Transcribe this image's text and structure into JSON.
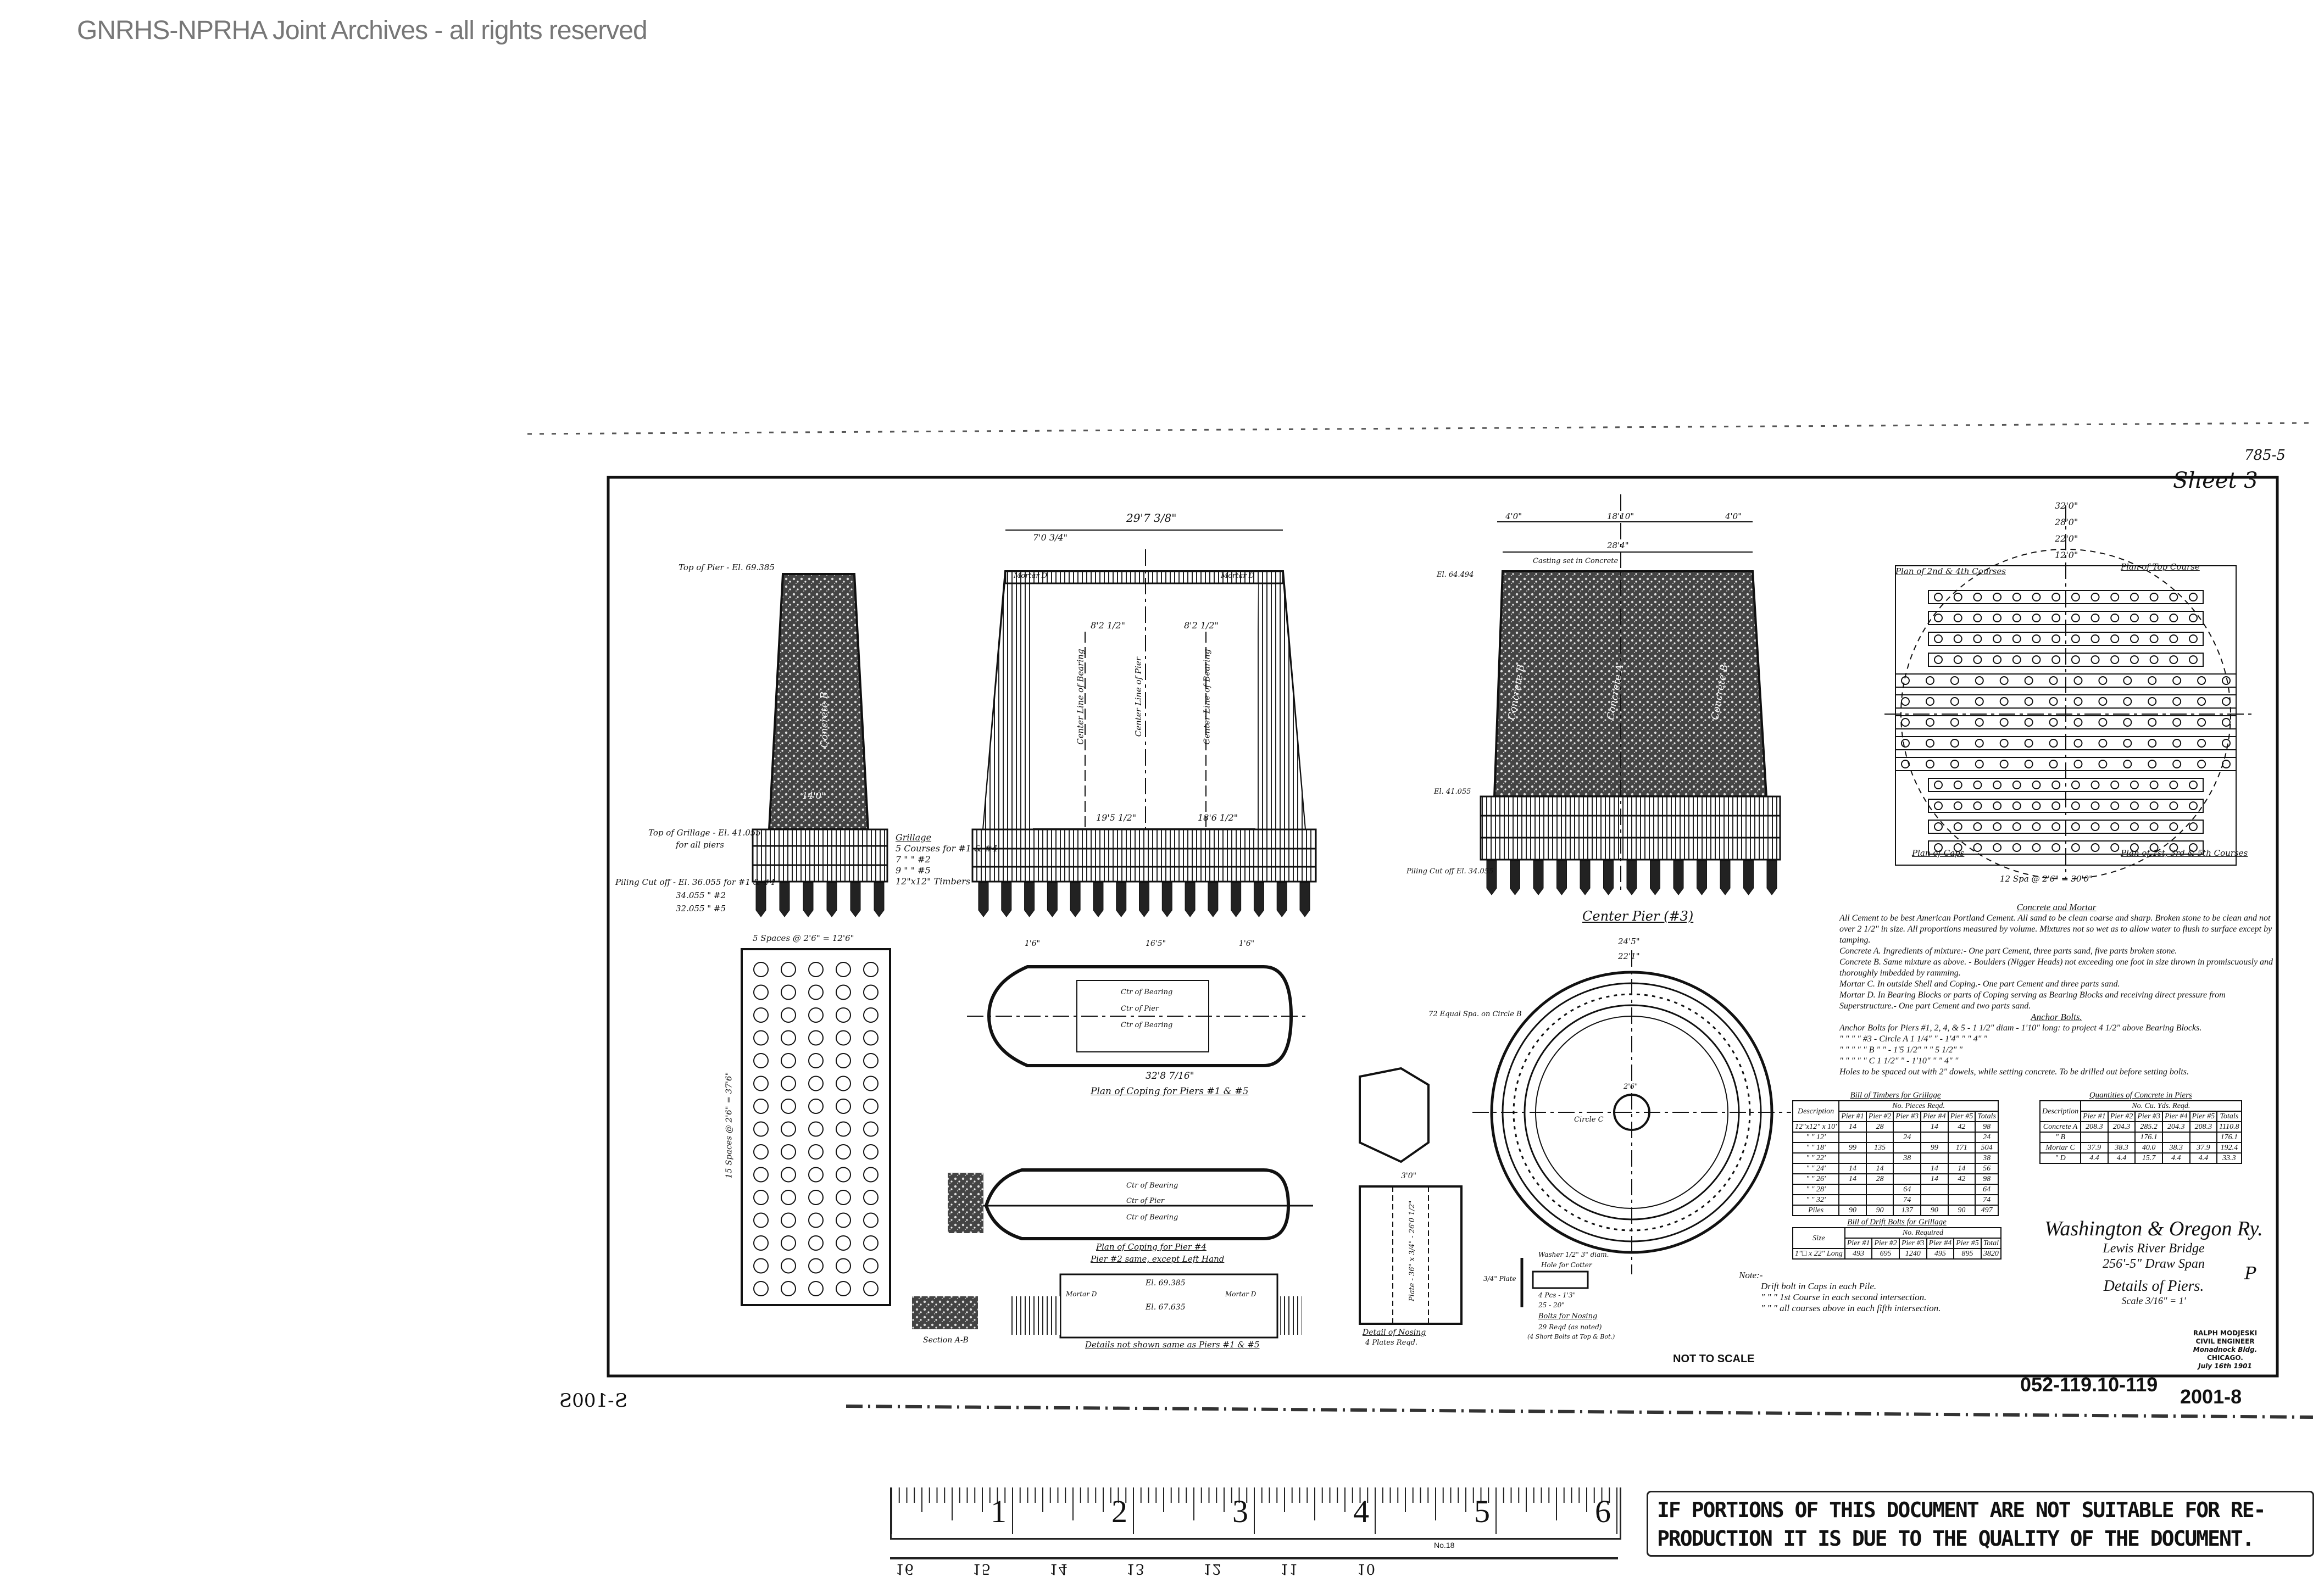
{
  "watermark": "GNRHS-NPRHA Joint Archives - all rights reserved",
  "sheet": {
    "number": "785-5",
    "label": "Sheet 3"
  },
  "side_mark": "S-100S",
  "pier_end": {
    "top_of_pier": "Top of Pier - El. 69.385",
    "top_of_grillage": "Top of Grillage - El. 41.055",
    "top_of_grillage_2": "for all piers",
    "piling_cutoff": "Piling Cut off - El. 36.055 for #1 & #4",
    "piling_cutoff_2": "34.055  \"  #2",
    "piling_cutoff_3": "32.055  \"  #5",
    "width_dim": "14'0\"",
    "concrete_label": "Concrete B",
    "grillage_plan_dim": "5 Spaces @ 2'6\" = 12'6\"",
    "grillage_side_dim": "15 Spaces @ 2'6\" = 37'6\""
  },
  "grillage": {
    "title": "Grillage",
    "line1": "5 Courses for #1 & #4",
    "line2": "7   \"   \"  #2",
    "line3": "9   \"   \"  #5",
    "line4": "12\"x12\" Timbers"
  },
  "pier_side": {
    "top_dim": "29'7 3/8\"",
    "dim_left": "7'0 3/4\"",
    "half_left": "8'2 1/2\"",
    "half_right": "8'2 1/2\"",
    "base_left": "19'5 1/2\"",
    "base_right": "18'6 1/2\"",
    "mortar_d": "Mortar D",
    "ctr_bearing": "Center Line of Bearing",
    "ctr_pier": "Center Line of Pier"
  },
  "center_pier": {
    "title": "Center Pier (#3)",
    "top_dim": "18'10\"",
    "mid_dim": "28'4\"",
    "side_left": "4'0\"",
    "side_right": "4'0\"",
    "elev_top": "El. 64.494",
    "elev_bottom": "El. 41.055",
    "piling": "Piling Cut off El. 34.055",
    "casting": "Casting set in Concrete",
    "concrete_a": "Concrete A",
    "concrete_b": "Concrete B"
  },
  "plan_courses": {
    "dim1": "32'0\"",
    "dim2": "28'0\"",
    "dim3": "22'0\"",
    "dim4": "12'0\"",
    "label_2_4": "Plan of 2nd & 4th Courses",
    "label_top": "Plan of Top Course",
    "label_cap": "Plan of Caps",
    "label_1_3_5": "Plan of 1st, 3rd & 5th Courses",
    "spacing": "12 Spa @ 2'6\" = 30'0\""
  },
  "coping": {
    "overall": "32'8 7/16\"",
    "end_left": "1'6\"",
    "mid": "16'5\"",
    "end_right": "1'6\"",
    "ctr_bearing": "Ctr of Bearing",
    "ctr_pier": "Ctr of Pier",
    "title_1_5": "Plan of Coping for Piers #1 & #5",
    "title_4": "Plan of Coping for Pier #4",
    "title_4b": "Pier #2 same, except Left Hand",
    "section": "Section A-B",
    "el_top": "El. 69.385",
    "el_bottom": "El. 67.635",
    "details_note": "Details not shown same as Piers #1 & #5"
  },
  "circle_plan": {
    "outer": "24'5\"",
    "inner": "22'1\"",
    "spacing": "72 Equal Spa. on Circle B",
    "circle_c": "Circle C",
    "hub": "2'6\""
  },
  "nosing": {
    "width": "3'0\"",
    "title": "Detail of Nosing",
    "sub": "4 Plates Reqd.",
    "plate": "Plate - 36\" x 3/4\" - 26'0 1/2\"",
    "bolts_title": "Bolts for Nosing",
    "bolts_sub": "29 Reqd (as noted)",
    "bolts_sub2": "(4 Short Bolts at Top & Bot.)",
    "washer": "Washer 1/2\" 3\" diam.",
    "hole": "Hole for Cotter",
    "plate_label": "3/4\" Plate",
    "len1": "4 Pcs - 1'3\"",
    "len2": "25  -  20\""
  },
  "concrete_notes": {
    "title": "Concrete and Mortar",
    "paragraphs": [
      "All Cement to be best American Portland Cement. All sand to be clean coarse and sharp. Broken stone to be clean and not over 2 1/2\" in size. All proportions measured by volume. Mixtures not so wet as to allow water to flush to surface except by tamping.",
      "Concrete A.  Ingredients of mixture:- One part Cement, three parts sand, five parts broken stone.",
      "Concrete B.  Same mixture as above. - Boulders (Nigger Heads) not exceeding one foot in size thrown in promiscuously and thoroughly imbedded by ramming.",
      "Mortar C.  In outside Shell and Coping.- One part Cement and three parts sand.",
      "Mortar D.  In Bearing Blocks or parts of Coping serving as Bearing Blocks and receiving direct pressure from Superstructure.- One part Cement and two parts sand."
    ],
    "anchor_title": "Anchor Bolts.",
    "anchor_lines": [
      "Anchor Bolts for Piers #1, 2, 4, & 5 - 1 1/2\" diam - 1'10\" long: to project 4 1/2\" above Bearing Blocks.",
      "\"   \"   \"   \"   #3 - Circle A  1 1/4\"   \" - 1'4\"   \"   \"   4\"   \"",
      "\"   \"   \"   \"   \"   B   \"   \" - 1'5 1/2\"   \"   \"   5 1/2\"   \"",
      "\"   \"   \"   \"   \"   C  1 1/2\"   \" - 1'10\"   \"   \"   4\"   \"",
      "Holes to be spaced out with 2\" dowels, while setting concrete. To be drilled out before setting bolts."
    ]
  },
  "timbers_table": {
    "title": "Bill of Timbers for Grillage",
    "group_header": "No. Pieces Reqd.",
    "headers": [
      "Description",
      "Pier #1",
      "Pier #2",
      "Pier #3",
      "Pier #4",
      "Pier #5",
      "Totals"
    ],
    "rows": [
      [
        "12\"x12\" x 10'",
        "14",
        "28",
        "",
        "14",
        "42",
        "98"
      ],
      [
        "\"  \"  12'",
        "",
        "",
        "24",
        "",
        "",
        "24"
      ],
      [
        "\"  \"  18'",
        "99",
        "135",
        "",
        "99",
        "171",
        "504"
      ],
      [
        "\"  \"  22'",
        "",
        "",
        "38",
        "",
        "",
        "38"
      ],
      [
        "\"  \"  24'",
        "14",
        "14",
        "",
        "14",
        "14",
        "56"
      ],
      [
        "\"  \"  26'",
        "14",
        "28",
        "",
        "14",
        "42",
        "98"
      ],
      [
        "\"  \"  28'",
        "",
        "",
        "64",
        "",
        "",
        "64"
      ],
      [
        "\"  \"  32'",
        "",
        "",
        "74",
        "",
        "",
        "74"
      ],
      [
        "Piles",
        "90",
        "90",
        "137",
        "90",
        "90",
        "497"
      ]
    ]
  },
  "concrete_table": {
    "title": "Quantities of Concrete in Piers",
    "group_header": "No. Cu. Yds. Reqd.",
    "headers": [
      "Description",
      "Pier #1",
      "Pier #2",
      "Pier #3",
      "Pier #4",
      "Pier #5",
      "Totals"
    ],
    "rows": [
      [
        "Concrete A",
        "208.3",
        "204.3",
        "285.2",
        "204.3",
        "208.3",
        "1110.8"
      ],
      [
        "\"  B",
        "",
        "",
        "176.1",
        "",
        "",
        "176.1"
      ],
      [
        "Mortar C",
        "37.9",
        "38.3",
        "40.0",
        "38.3",
        "37.9",
        "192.4"
      ],
      [
        "\"  D",
        "4.4",
        "4.4",
        "15.7",
        "4.4",
        "4.4",
        "33.3"
      ]
    ]
  },
  "bolts_table": {
    "title": "Bill of Drift Bolts for Grillage",
    "group_header": "No. Required",
    "headers": [
      "Size",
      "Pier #1",
      "Pier #2",
      "Pier #3",
      "Pier #4",
      "Pier #5",
      "Total"
    ],
    "rows": [
      [
        "1\"□ x 22\" Long",
        "493",
        "695",
        "1240",
        "495",
        "895",
        "3820"
      ]
    ]
  },
  "drift_note": {
    "label": "Note:-",
    "lines": [
      "Drift bolt in Caps in each Pile.",
      "\"   \"   \"  1st Course in each second intersection.",
      "\"   \"   \"  all courses above in each fifth intersection."
    ]
  },
  "title_block": {
    "railway": "Washington & Oregon Ry.",
    "bridge": "Lewis River Bridge",
    "span": "256'-5\" Draw Span",
    "drawing": "Details of Piers.",
    "scale": "Scale 3/16\" = 1'",
    "initials": "P"
  },
  "stamp": {
    "line1": "RALPH MODJESKI",
    "line2": "CIVIL ENGINEER",
    "line3": "Monadnock Bldg.",
    "line4": "CHICAGO.",
    "date": "July 16th 1901"
  },
  "not_to_scale": "NOT TO SCALE",
  "drawing_number": "052-119.10-119",
  "archive_number": "2001-8",
  "ruler": {
    "numbers": [
      "1",
      "2",
      "3",
      "4",
      "5",
      "6"
    ],
    "maker": "No.18",
    "reverse_numbers": [
      "10",
      "11",
      "12",
      "13",
      "14",
      "15",
      "16"
    ]
  },
  "notice": {
    "line1": "IF PORTIONS OF THIS DOCUMENT ARE NOT SUITABLE FOR RE-",
    "line2": "PRODUCTION IT IS DUE TO THE QUALITY OF THE DOCUMENT."
  }
}
